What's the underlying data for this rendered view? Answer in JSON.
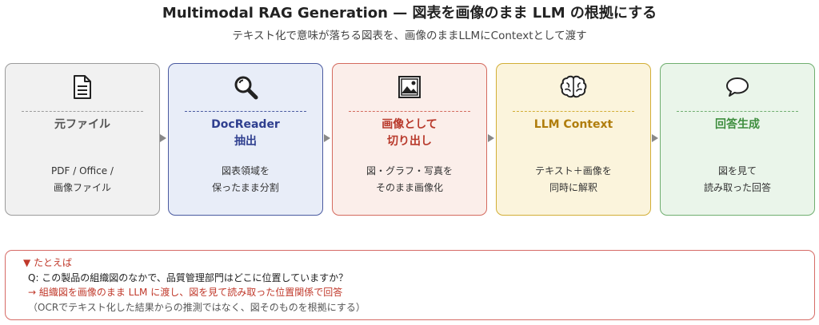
{
  "header": {
    "title": "Multimodal RAG Generation — 図表を画像のまま LLM の根拠にする",
    "subtitle": "テキスト化で意味が落ちる図表を、画像のままLLMにContextとして渡す"
  },
  "steps": [
    {
      "icon": "document-icon",
      "name_lines": [
        "元ファイル"
      ],
      "desc_lines": [
        "PDF / Office /",
        "画像ファイル"
      ],
      "colors": {
        "bg": "#f1f1f1",
        "border": "#9b9b9b",
        "title": "#555555"
      }
    },
    {
      "icon": "magnifier-icon",
      "name_lines": [
        "DocReader",
        "抽出"
      ],
      "desc_lines": [
        "図表領域を",
        "保ったまま分割"
      ],
      "colors": {
        "bg": "#e8edf8",
        "border": "#4a5aa0",
        "title": "#2f3f8f"
      }
    },
    {
      "icon": "picture-icon",
      "name_lines": [
        "画像として",
        "切り出し"
      ],
      "desc_lines": [
        "図・グラフ・写真を",
        "そのまま画像化"
      ],
      "colors": {
        "bg": "#fbeeea",
        "border": "#d46a5e",
        "title": "#b8392b"
      }
    },
    {
      "icon": "brain-icon",
      "name_lines": [
        "LLM Context"
      ],
      "desc_lines": [
        "テキスト＋画像を",
        "同時に解釈"
      ],
      "colors": {
        "bg": "#fbf4dc",
        "border": "#d2ae36",
        "title": "#b07d0c"
      }
    },
    {
      "icon": "speech-bubble-icon",
      "name_lines": [
        "回答生成"
      ],
      "desc_lines": [
        "図を見て",
        "読み取った回答"
      ],
      "colors": {
        "bg": "#eaf5ea",
        "border": "#6fae6f",
        "title": "#3e8e3e"
      }
    }
  ],
  "example": {
    "heading": "▼ たとえば",
    "question": "Q: この製品の組織図のなかで、品質管理部門はどこに位置していますか？",
    "answer": "→ 組織図を画像のまま LLM に渡し、図を見て読み取った位置関係で回答",
    "note": "（OCRでテキスト化した結果からの推測ではなく、図そのものを根拠にする）"
  }
}
